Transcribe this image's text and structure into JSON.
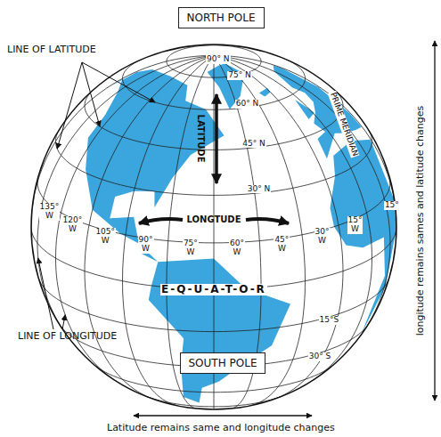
{
  "diagram": {
    "nodes": [
      {
        "text": [
          "NORTH POLE"
        ]
      },
      {
        "text": [
          "SOUTH POLE"
        ]
      }
    ],
    "labels": [
      "LINE OF LATITUDE",
      "90° N",
      "75° N",
      "60° N",
      "LATITUDE",
      "45° N",
      "PRIME MERIDIAN",
      "30° N",
      "LONGTUDE",
      "15°",
      "135° W",
      "120° W",
      "105° W",
      "90° W",
      "75° W",
      "60° W",
      "45° W",
      "30° W",
      "15° W",
      "E-Q-U-A-T-O-R",
      "15°S",
      "30° S",
      "LINE OF LONGITUDE",
      "longitude remains sames and latitude changes",
      "Latitude remains same and longitude changes"
    ]
  }
}
